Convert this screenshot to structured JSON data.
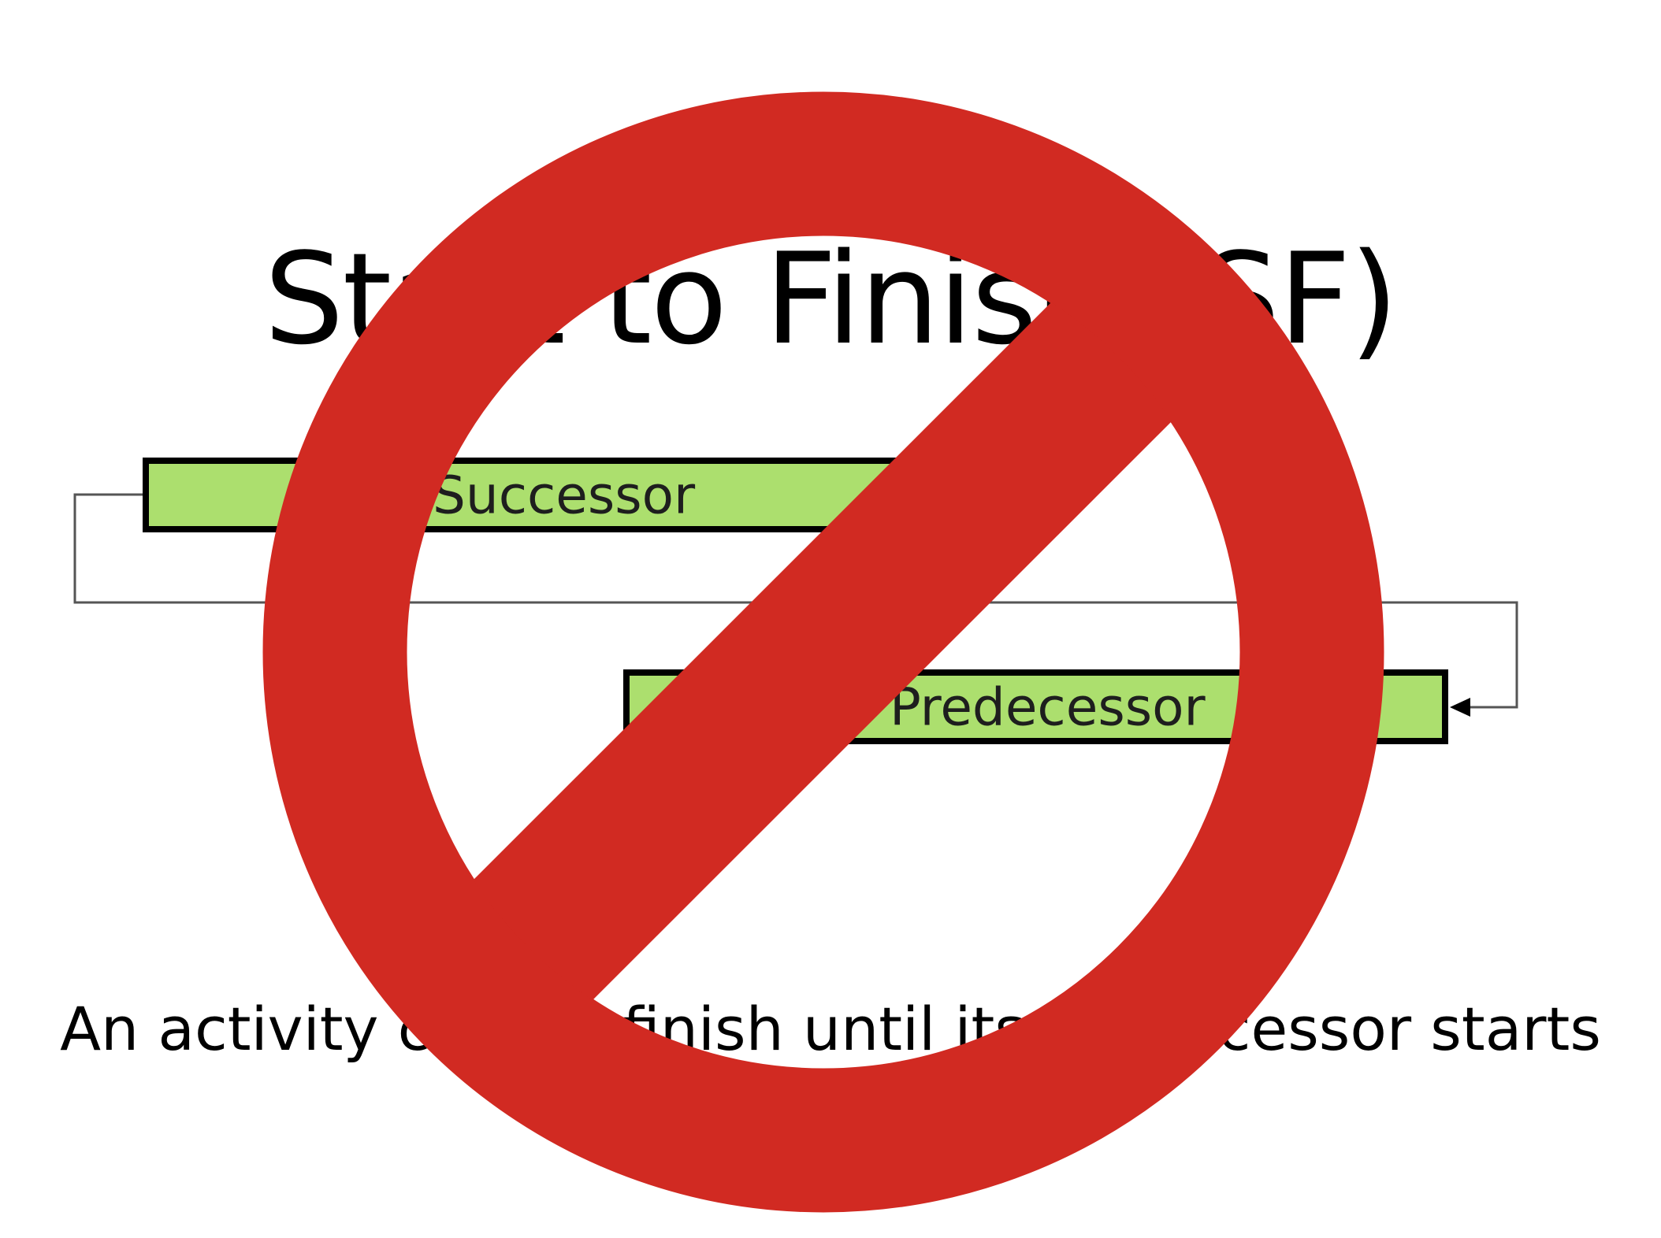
{
  "slide": {
    "title": "Start to Finish (SF)",
    "caption": "An activity cannot finish until its predecessor starts"
  },
  "bars": {
    "successor": {
      "label": "Successor"
    },
    "predecessor": {
      "label": "Predecessor"
    }
  },
  "colors": {
    "bar_fill": "#acdf6e",
    "bar_border": "#000000",
    "prohibition_red": "#d12a22",
    "connector": "#555555"
  },
  "icons": {
    "overlay": "prohibition-sign"
  }
}
